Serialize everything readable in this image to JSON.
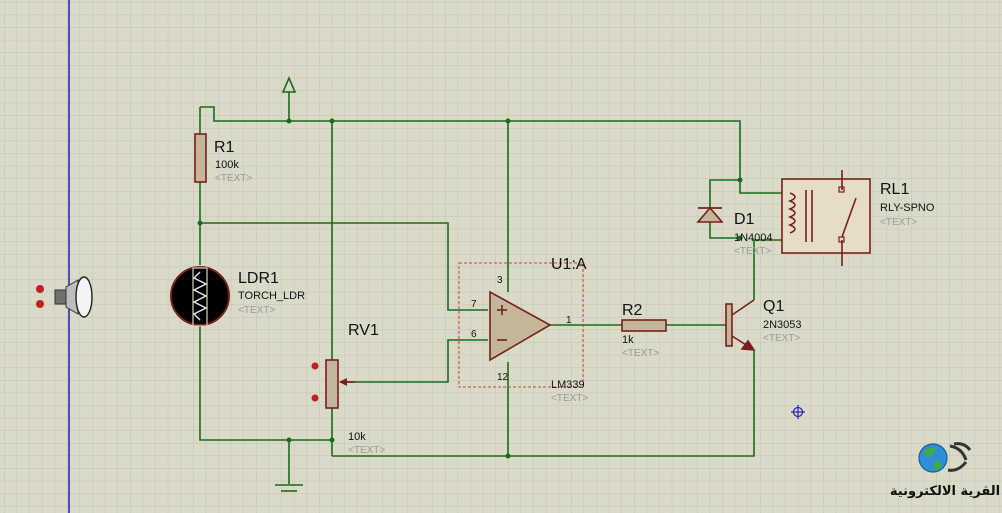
{
  "components": {
    "r1": {
      "ref": "R1",
      "value": "100k",
      "text": "<TEXT>"
    },
    "ldr1": {
      "ref": "LDR1",
      "value": "TORCH_LDR",
      "text": "<TEXT>"
    },
    "rv1": {
      "ref": "RV1",
      "value": "10k",
      "text": "<TEXT>"
    },
    "u1a": {
      "ref": "U1:A",
      "value": "LM339",
      "text": "<TEXT>",
      "pins": {
        "plus": "7",
        "minus": "6",
        "vcc": "3",
        "gnd": "12",
        "out": "1"
      }
    },
    "r2": {
      "ref": "R2",
      "value": "1k",
      "text": "<TEXT>"
    },
    "q1": {
      "ref": "Q1",
      "value": "2N3053",
      "text": "<TEXT>"
    },
    "d1": {
      "ref": "D1",
      "value": "1N4004",
      "text": "<TEXT>"
    },
    "rl1": {
      "ref": "RL1",
      "value": "RLY-SPNO",
      "text": "<TEXT>"
    }
  },
  "logo": {
    "text": "القرية الالكترونية"
  },
  "colors": {
    "background": "#dadac8",
    "grid": "#c3c3af",
    "wire": "#1a6b1a",
    "component": "#7a1e1e",
    "fill": "#c4b69a",
    "axis": "#2020c0"
  }
}
